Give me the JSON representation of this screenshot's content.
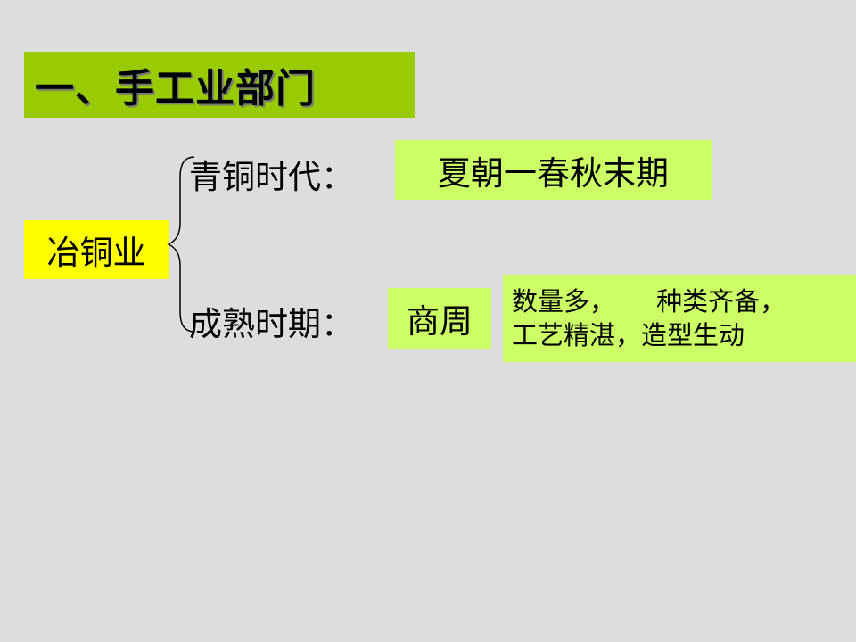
{
  "slide": {
    "title": "一、手工业部门",
    "industry": "冶铜业",
    "branches": [
      {
        "label": "青铜时代：",
        "value": "夏朝一春秋末期"
      },
      {
        "label": "成熟时期：",
        "value": "商周"
      }
    ],
    "features": {
      "line1": "数量多，     种类齐备，",
      "line2": "工艺精湛，造型生动"
    }
  },
  "colors": {
    "background": "#dddddd",
    "title_bg": "#99cc00",
    "highlight_yellow": "#ffff00",
    "highlight_green": "#ccff66"
  }
}
